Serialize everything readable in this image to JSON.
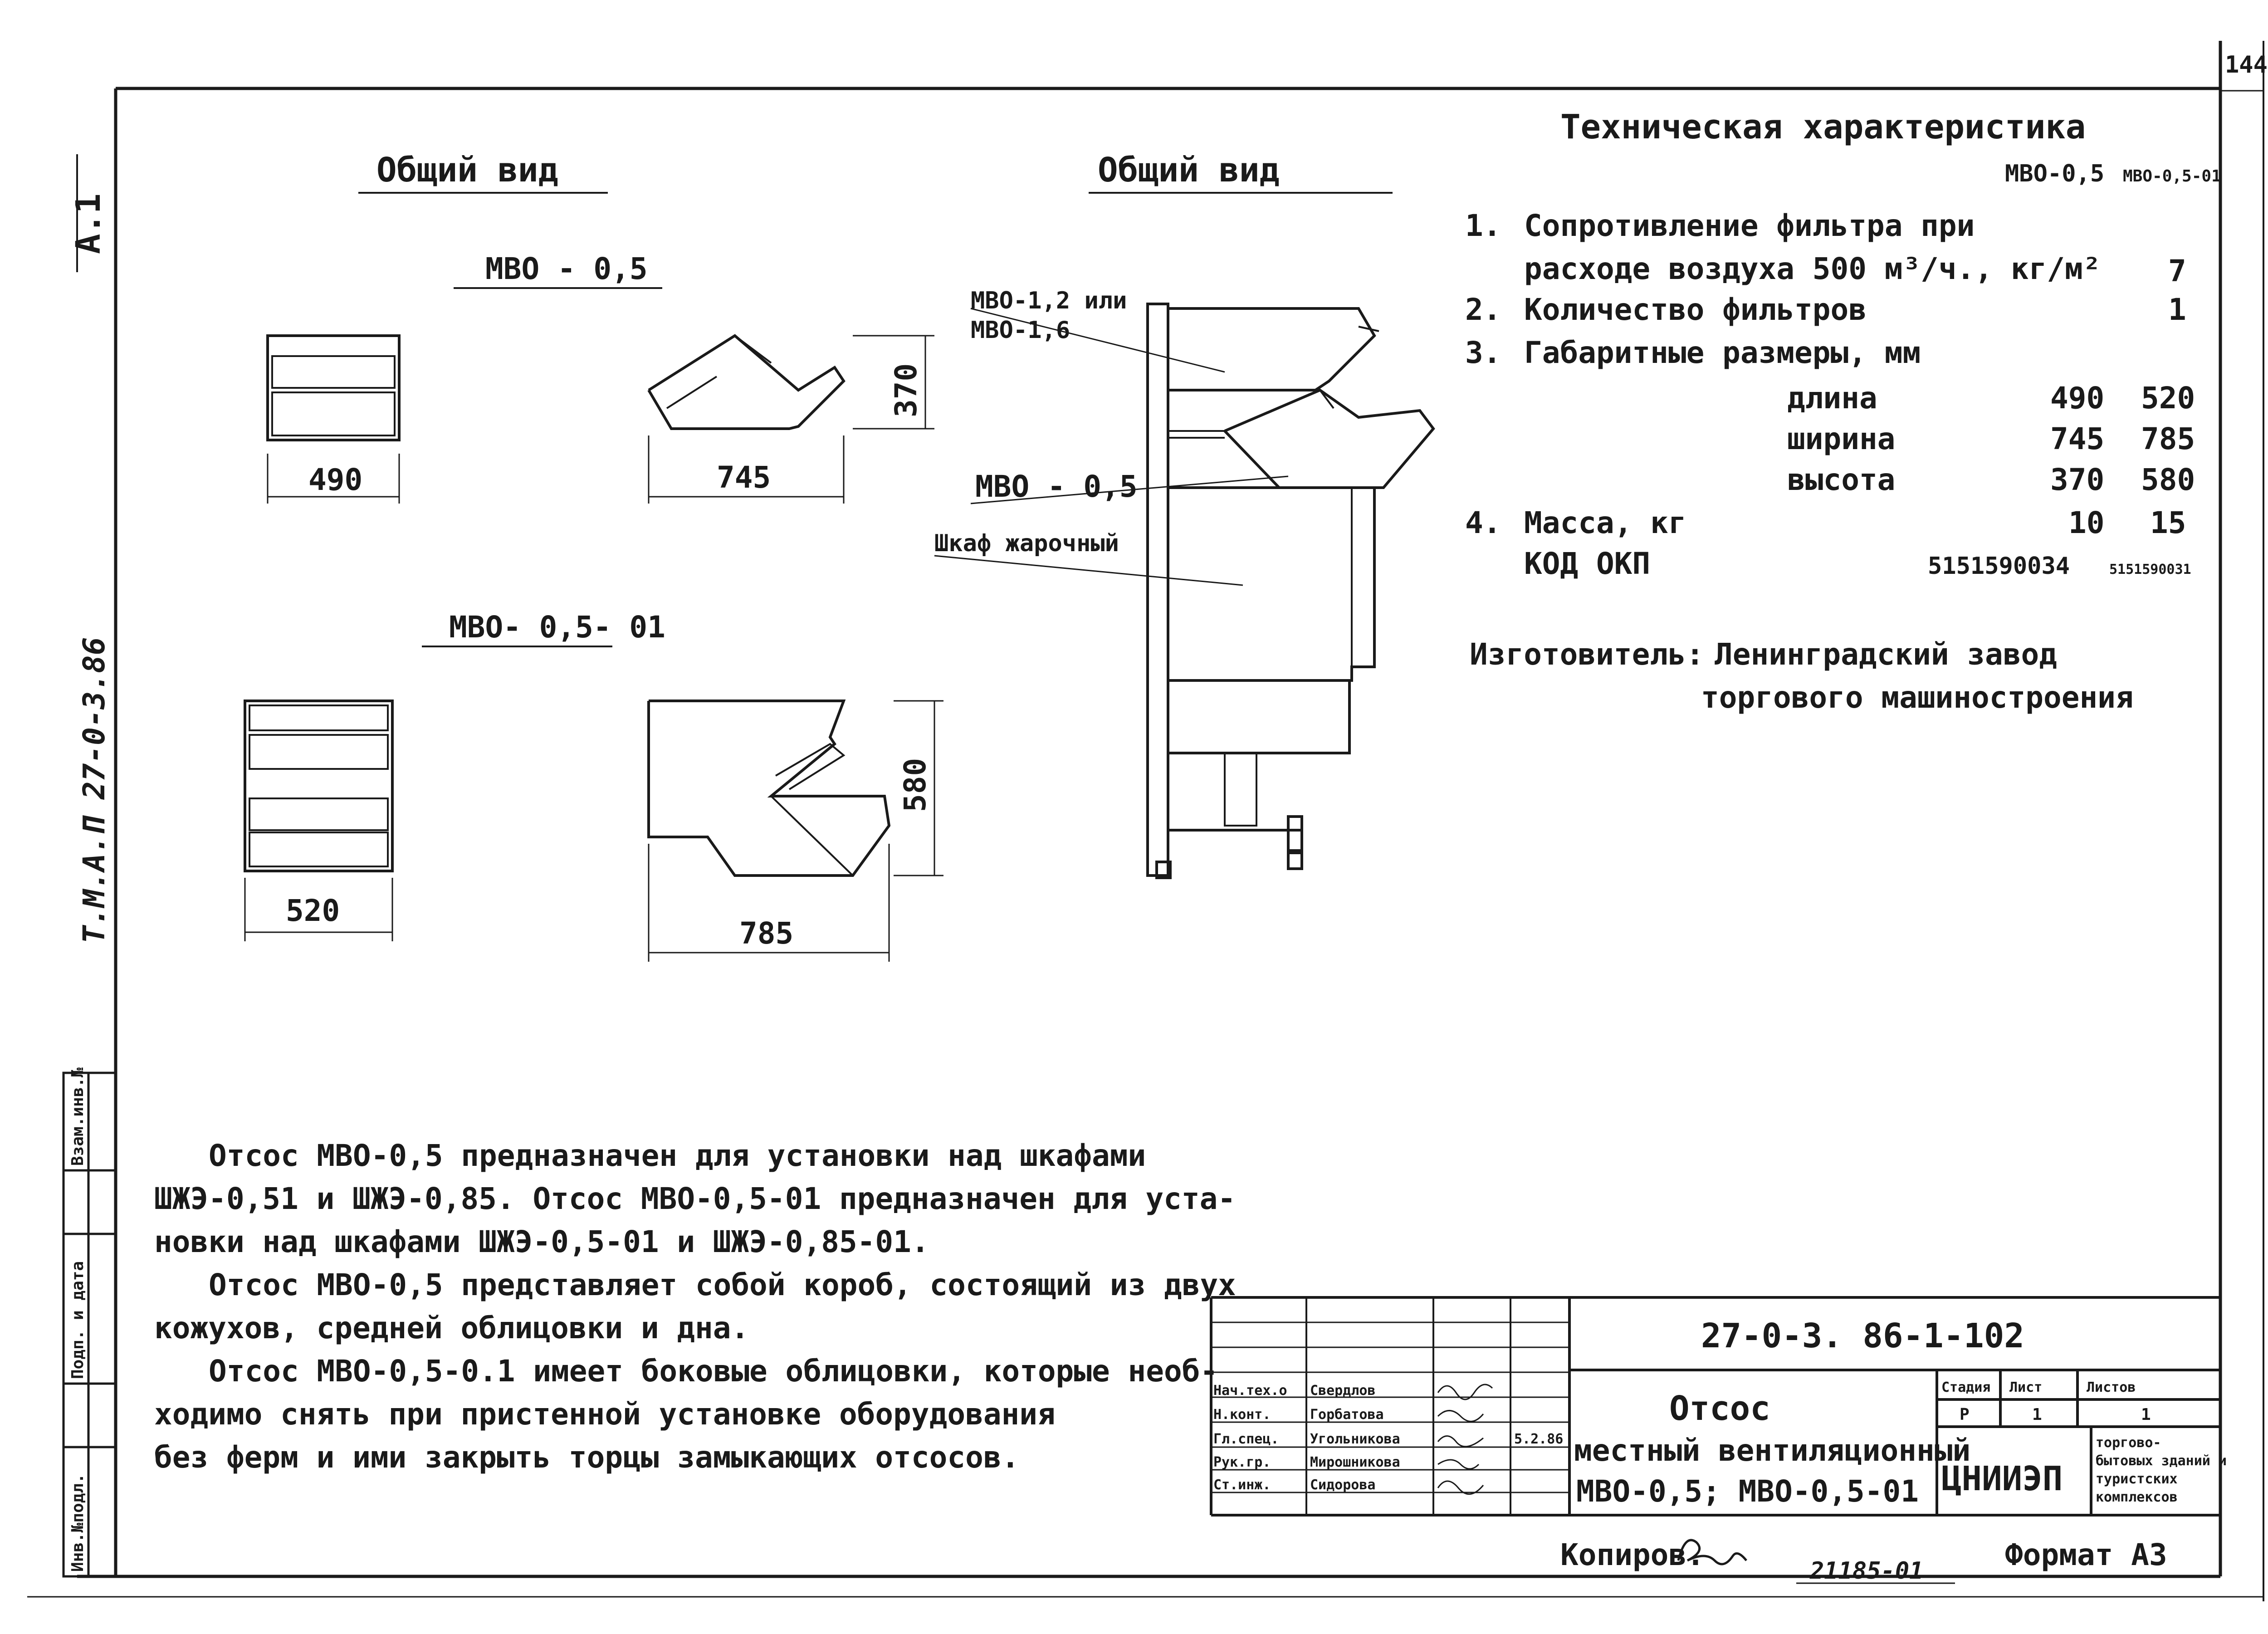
{
  "sheet": {
    "page_number": "144",
    "sheet_format_mark": "А.1",
    "side_code": "Т.М.А.П 27-0-3.86"
  },
  "views": {
    "left_title": "Общий вид",
    "right_title": "Общий вид",
    "model_a": "МВО - 0,5",
    "model_b": "МВО- 0,5- 01",
    "dim_a_width": "490",
    "dim_a_length": "745",
    "dim_a_height": "370",
    "dim_b_width": "520",
    "dim_b_length": "785",
    "dim_b_height": "580",
    "label_top_1": "МВО-1,2 или",
    "label_top_2": "МВО-1,6",
    "label_mid": "МВО - 0,5",
    "label_cabinet": "Шкаф жарочный"
  },
  "specs": {
    "title": "Техническая характеристика",
    "col_a": "МВО-0,5",
    "col_b": "МВО-0,5-01",
    "item1_num": "1.",
    "item1_line1": "Сопротивление фильтра при",
    "item1_line2": "расходе воздуха 500 м³/ч., кг/м²",
    "item1_value": "7",
    "item2_num": "2.",
    "item2_label": "Количество фильтров",
    "item2_value": "1",
    "item3_num": "3.",
    "item3_label": "Габаритные размеры, мм",
    "length_label": "длина",
    "length_a": "490",
    "length_b": "520",
    "width_label": "ширина",
    "width_a": "745",
    "width_b": "785",
    "height_label": "высота",
    "height_a": "370",
    "height_b": "580",
    "item4_num": "4.",
    "mass_label": "Масса, кг",
    "mass_a": "10",
    "mass_b": "15",
    "okp_label": "КОД ОКП",
    "okp_a": "5151590034",
    "okp_b": "5151590031",
    "manufacturer_label": "Изготовитель:",
    "manufacturer_line1": "Ленинградский завод",
    "manufacturer_line2": "торгового машиностроения"
  },
  "notes": {
    "line1": "Отсос МВО-0,5 предназначен для установки над шкафами",
    "line2": "ШЖЭ-0,51 и ШЖЭ-0,85. Отсос МВО-0,5-01 предназначен для уста-",
    "line3": "новки над шкафами ШЖЭ-0,5-01 и ШЖЭ-0,85-01.",
    "line4": "Отсос МВО-0,5 представляет собой короб, состоящий из двух",
    "line5": "кожухов, средней облицовки и дна.",
    "line6": "Отсос МВО-0,5-0.1 имеет боковые облицовки, которые необ-",
    "line7": "ходимо снять при пристенной установке оборудования",
    "line8": "без ферм и ими закрыть торцы замыкающих отсосов."
  },
  "title_block": {
    "doc_code": "27-0-3. 86-1-102",
    "title_line1": "Отсос",
    "title_line2": "местный вентиляционный",
    "title_line3": "МВО-0,5; МВО-0,5-01",
    "stage_header": "Стадия",
    "sheet_header": "Лист",
    "sheets_header": "Листов",
    "stage_value": "Р",
    "sheet_value": "1",
    "sheets_value": "1",
    "org": "ЦНИИЭП",
    "org_sub_1": "торгово-",
    "org_sub_2": "бытовых зданий и",
    "org_sub_3": "туристских",
    "org_sub_4": "комплексов",
    "date": "5.2.86",
    "roles": [
      "Нач.тех.о",
      "Н.конт.",
      "Гл.спец.",
      "Рук.гр.",
      "Ст.инж."
    ],
    "names": [
      "Свердлов",
      "Горбатова",
      "Угольникова",
      "Мирошникова",
      "Сидорова"
    ]
  },
  "stamp_side": {
    "inv_orig": "Инв.№подл.",
    "sign_date": "Подп. и дата",
    "inv_dup": "Взам.инв.№"
  },
  "footer": {
    "copied_label": "Копиров.",
    "copy_number": "21185-01",
    "format_label": "Формат А3"
  }
}
